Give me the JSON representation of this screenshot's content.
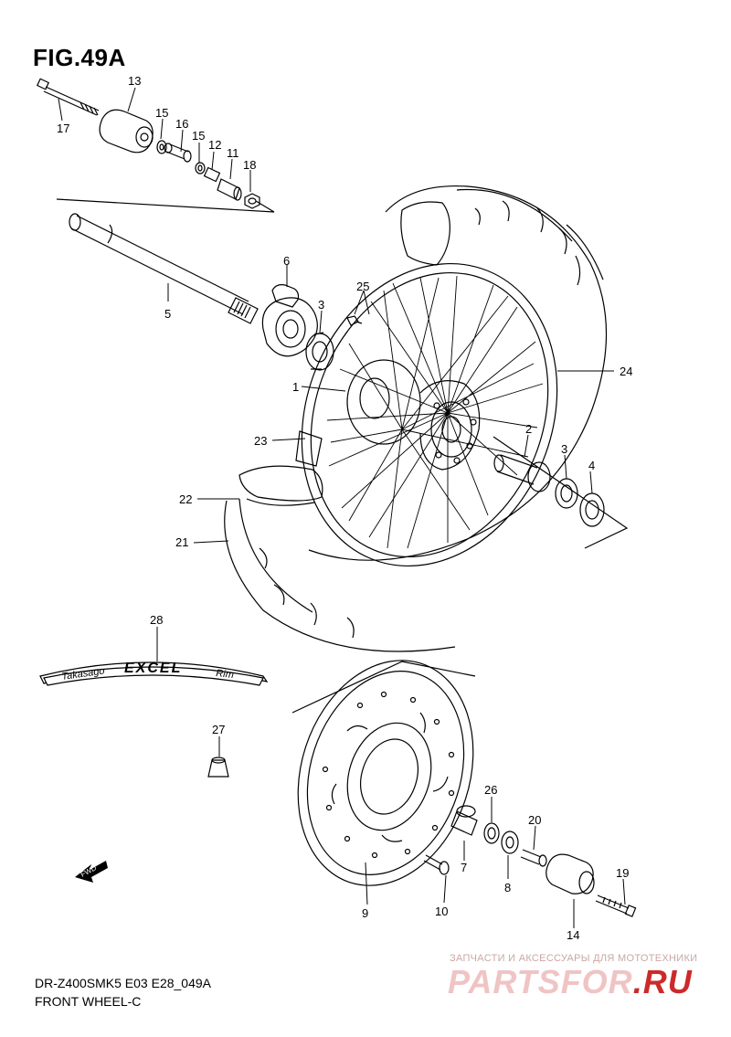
{
  "figure": {
    "title": "FIG.49A",
    "footer_code": "DR-Z400SMK5 E03 E28_049A",
    "footer_caption": "FRONT WHEEL-C"
  },
  "rim_decal": {
    "brand": "Takasago",
    "model": "EXCEL",
    "suffix": "Rim"
  },
  "fwd_label": "FWD",
  "callouts": {
    "c1": "1",
    "c2": "2",
    "c3a": "3",
    "c3b": "3",
    "c4": "4",
    "c5": "5",
    "c6": "6",
    "c7": "7",
    "c8": "8",
    "c9": "9",
    "c10": "10",
    "c11": "11",
    "c12": "12",
    "c13": "13",
    "c14": "14",
    "c15a": "15",
    "c15b": "15",
    "c16": "16",
    "c17": "17",
    "c18": "18",
    "c19": "19",
    "c20": "20",
    "c21": "21",
    "c22": "22",
    "c23": "23",
    "c24": "24",
    "c25": "25",
    "c26": "26",
    "c27": "27",
    "c28": "28"
  },
  "watermark": {
    "tagline": "ЗАПЧАСТИ И АКСЕССУАРЫ ДЛЯ МОТОТЕХНИКИ",
    "brand_left": "PARTS",
    "brand_right": "FOR",
    "brand_tld": ".RU"
  }
}
